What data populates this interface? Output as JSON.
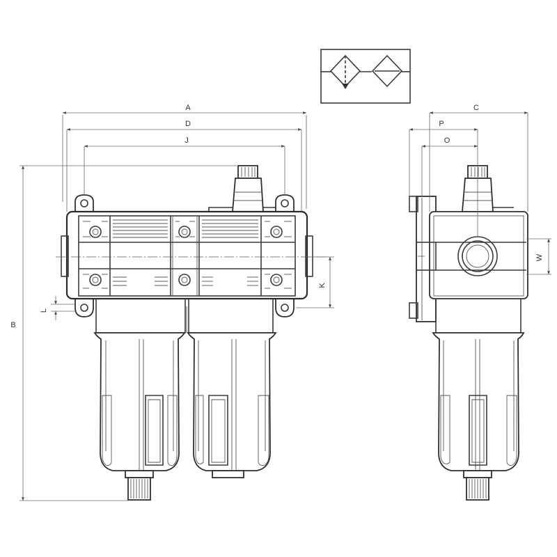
{
  "dimensions": {
    "A": "A",
    "B": "B",
    "C": "C",
    "D": "D",
    "J": "J",
    "K": "K",
    "L": "L",
    "O": "O",
    "P": "P",
    "W": "W"
  },
  "symbol": {
    "components": [
      "filter-symbol",
      "lubricator-symbol"
    ]
  }
}
